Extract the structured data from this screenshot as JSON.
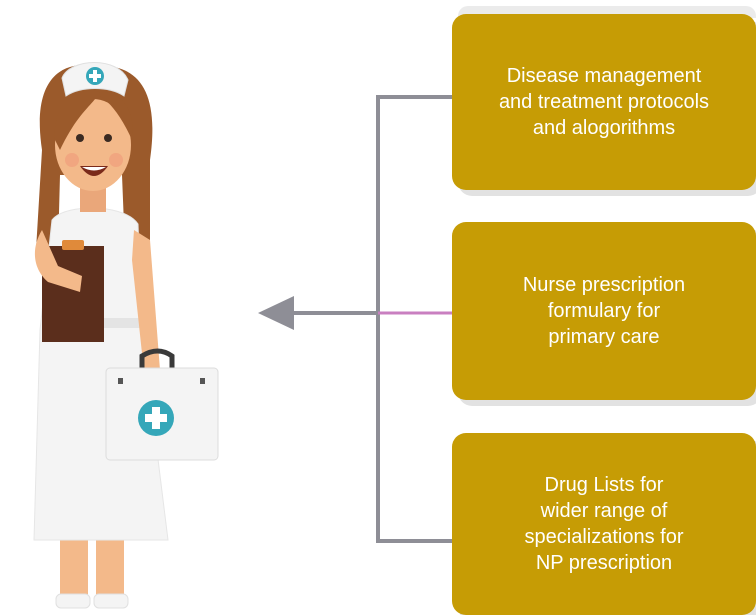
{
  "colors": {
    "box_fill": "#c69c05",
    "connector": "#8e8e96",
    "accent_line": "#c97fc0",
    "scrub_white": "#f4f4f4",
    "hair": "#9b5a2b",
    "skin": "#f3b98a",
    "cross": "#35a7b9",
    "clipboard": "#5b2e1c"
  },
  "boxes": [
    {
      "text": "Disease management\nand treatment protocols\nand alogorithms"
    },
    {
      "text": "Nurse prescription\nformulary for\nprimary care"
    },
    {
      "text": "Drug Lists for\nwider range of\nspecializations for\nNP prescription"
    }
  ],
  "icons": {
    "nurse": "nurse-with-clipboard-and-medical-kit-icon",
    "arrow": "arrow-left-icon"
  }
}
